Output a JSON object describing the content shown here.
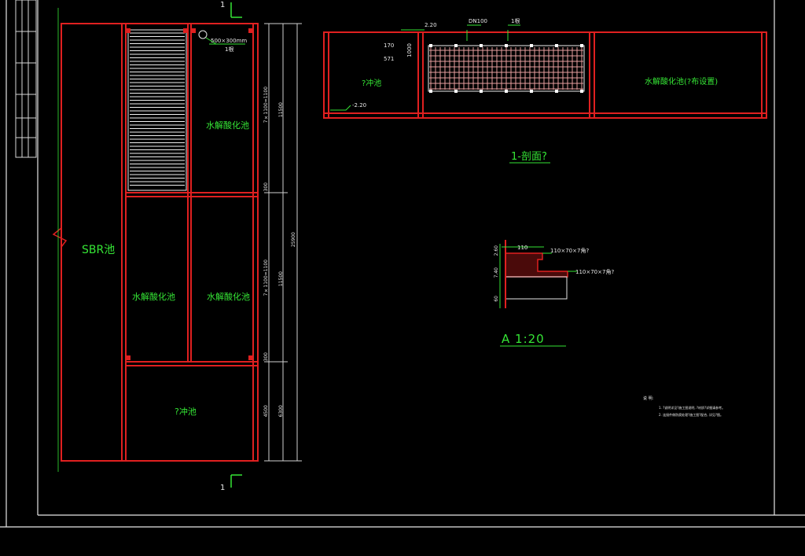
{
  "plan": {
    "sbr_label": "SBR池",
    "hydro_tank_1": "水解酸化池",
    "hydro_tank_2": "水解酸化池",
    "hydro_tank_3": "水解酸化池",
    "flush_tank": "?冲池",
    "pipe_label": "500×300mm",
    "pipe_sublabel": "1根",
    "section_mark_top": "1",
    "section_mark_bottom": "1",
    "dims": {
      "d1": "7×1100=1100",
      "d2": "11500",
      "d3": "300",
      "d4": "7×1100=1100",
      "d5": "11500",
      "d6": "300",
      "d7": "4500",
      "d8": "6300",
      "total": "25900"
    }
  },
  "section": {
    "title": "1-剖面?",
    "left_tank": "?冲池",
    "right_tank": "水解酸化池(?布设置)",
    "level_top": "2.20",
    "level_bottom": "-2.20",
    "pipe_a": "DN100",
    "pipe_b": "1根",
    "dim_a": "170",
    "dim_b": "1000",
    "dim_c": "571"
  },
  "detail": {
    "title": "A  1:20",
    "dim_top": "110",
    "label_1": "110×70×7角?",
    "label_2": "110×70×7角?",
    "dim_v1": "2.60",
    "dim_v2": "7.40",
    "dim_v3": "60"
  },
  "notes": {
    "heading": "说    明:",
    "line1": "1. ?说明详见?施工图说明, ?材质?详细请参考。",
    "line2": "2. 连接件做防腐处理?施工图?配合, 详见?图。"
  }
}
